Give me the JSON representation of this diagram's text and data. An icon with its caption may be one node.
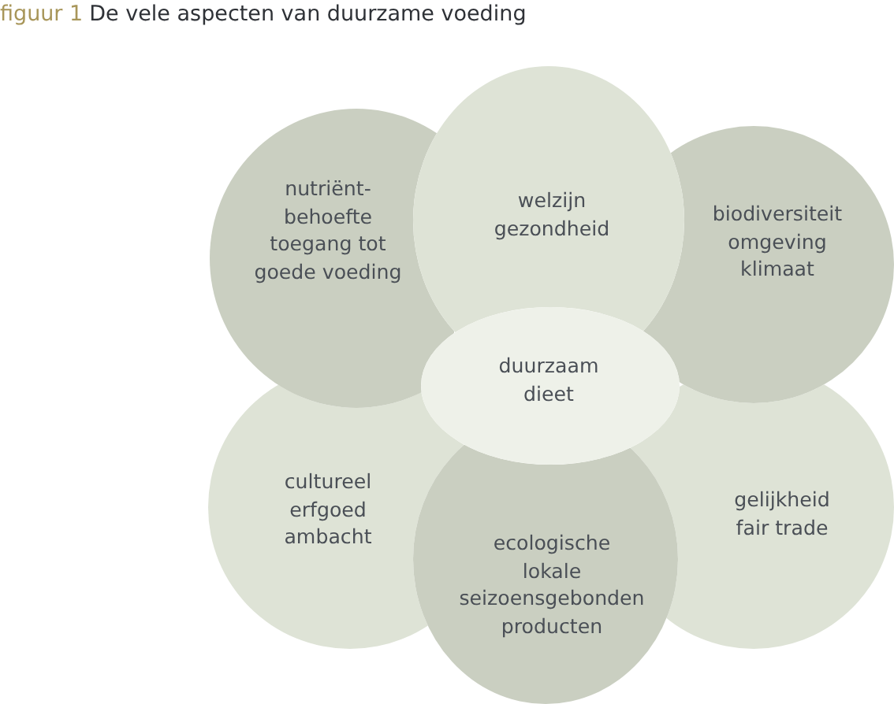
{
  "diagram": {
    "title": "De vele aspecten van duurzame voeding",
    "nodes": [
      {
        "text": [
          "nutriënt-behoefte",
          "toegang tot goede voeding"
        ]
      },
      {
        "text": [
          "welzijn",
          "gezondheid"
        ]
      },
      {
        "text": [
          "biodiversiteit",
          "omgeving",
          "klimaat"
        ]
      },
      {
        "text": [
          "duurzaam dieet"
        ]
      },
      {
        "text": [
          "cultureel erfgoed",
          "ambacht"
        ]
      },
      {
        "text": [
          "ecologische lokale seizoensgebonden producten"
        ]
      },
      {
        "text": [
          "gelijkheid",
          "fair trade"
        ]
      }
    ],
    "edges": [],
    "labels": [
      "figuur 1"
    ]
  }
}
